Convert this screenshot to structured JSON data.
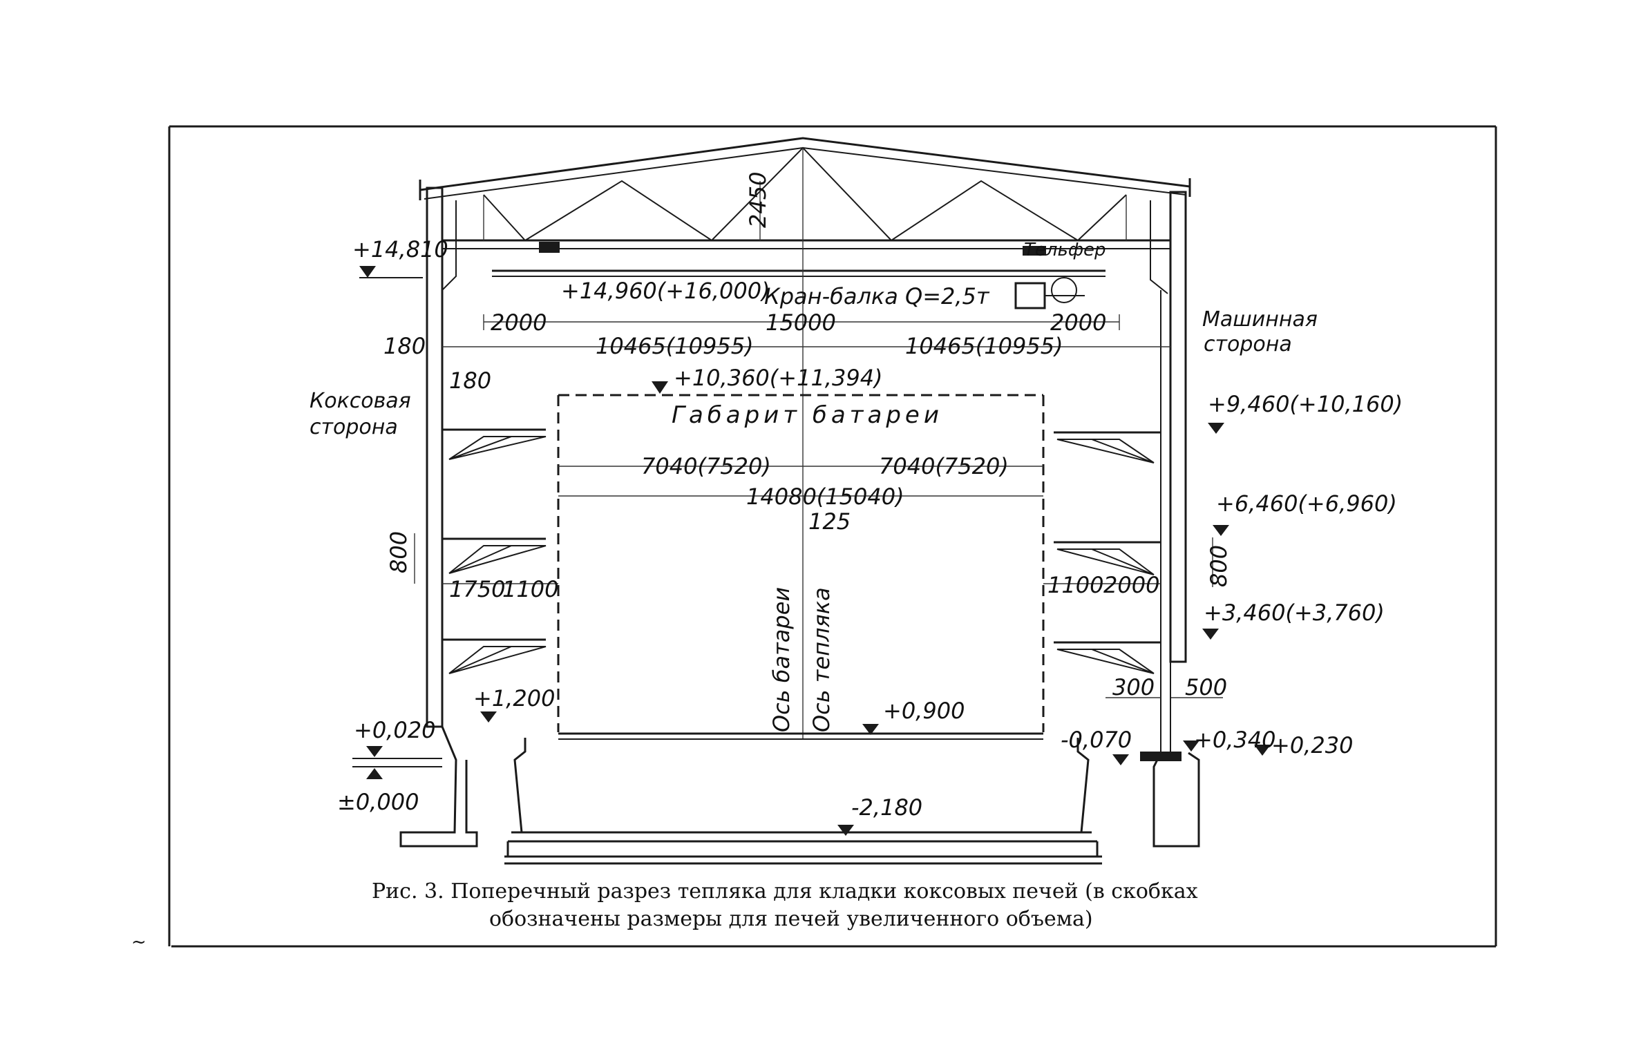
{
  "figure": {
    "caption_line1": "Рис. 3. Поперечный разрез тепляка для кладки коксовых печей (в скобках",
    "caption_line2": "обозначены размеры для печей увеличенного объема)",
    "page_mark": "~"
  },
  "sides": {
    "coke_line1": "Коксовая",
    "coke_line2": "сторона",
    "machine_line1": "Машинная",
    "machine_line2": "сторона"
  },
  "crane": {
    "label": "Кран-балка Q=2,5т",
    "small_tag": "Тельфер"
  },
  "battery": {
    "gabarit": "Габарит батареи",
    "axis_battery": "Ось батареи",
    "axis_teplyak": "Ось тепляка"
  },
  "levels": {
    "l14810": "+14,810",
    "l14960": "+14,960(+16,000)",
    "l10360": "+10,360(+11,394)",
    "l9460": "+9,460(+10,160)",
    "l6460": "+6,460(+6,960)",
    "l3460": "+3,460(+3,760)",
    "l1200": "+1,200",
    "l0900": "+0,900",
    "l0020": "+0,020",
    "l0000": "±0,000",
    "l0070": "-0,070",
    "l0340": "+0,340",
    "l0230": "+0,230",
    "l2180": "-2,180"
  },
  "dims": {
    "d2450": "2450",
    "d2000_left": "2000",
    "d15000": "15000",
    "d2000_right": "2000",
    "d10465_left": "10465(10955)",
    "d10465_right": "10465(10955)",
    "d180_a": "180",
    "d180_b": "180",
    "d7040_left": "7040(7520)",
    "d7040_right": "7040(7520)",
    "d14080": "14080(15040)",
    "d125": "125",
    "d800_left": "800",
    "d1750": "1750",
    "d1100_left": "1100",
    "d1100_right": "1100",
    "d2000_shelf": "2000",
    "d800_right": "800",
    "d300": "300",
    "d500": "500"
  }
}
